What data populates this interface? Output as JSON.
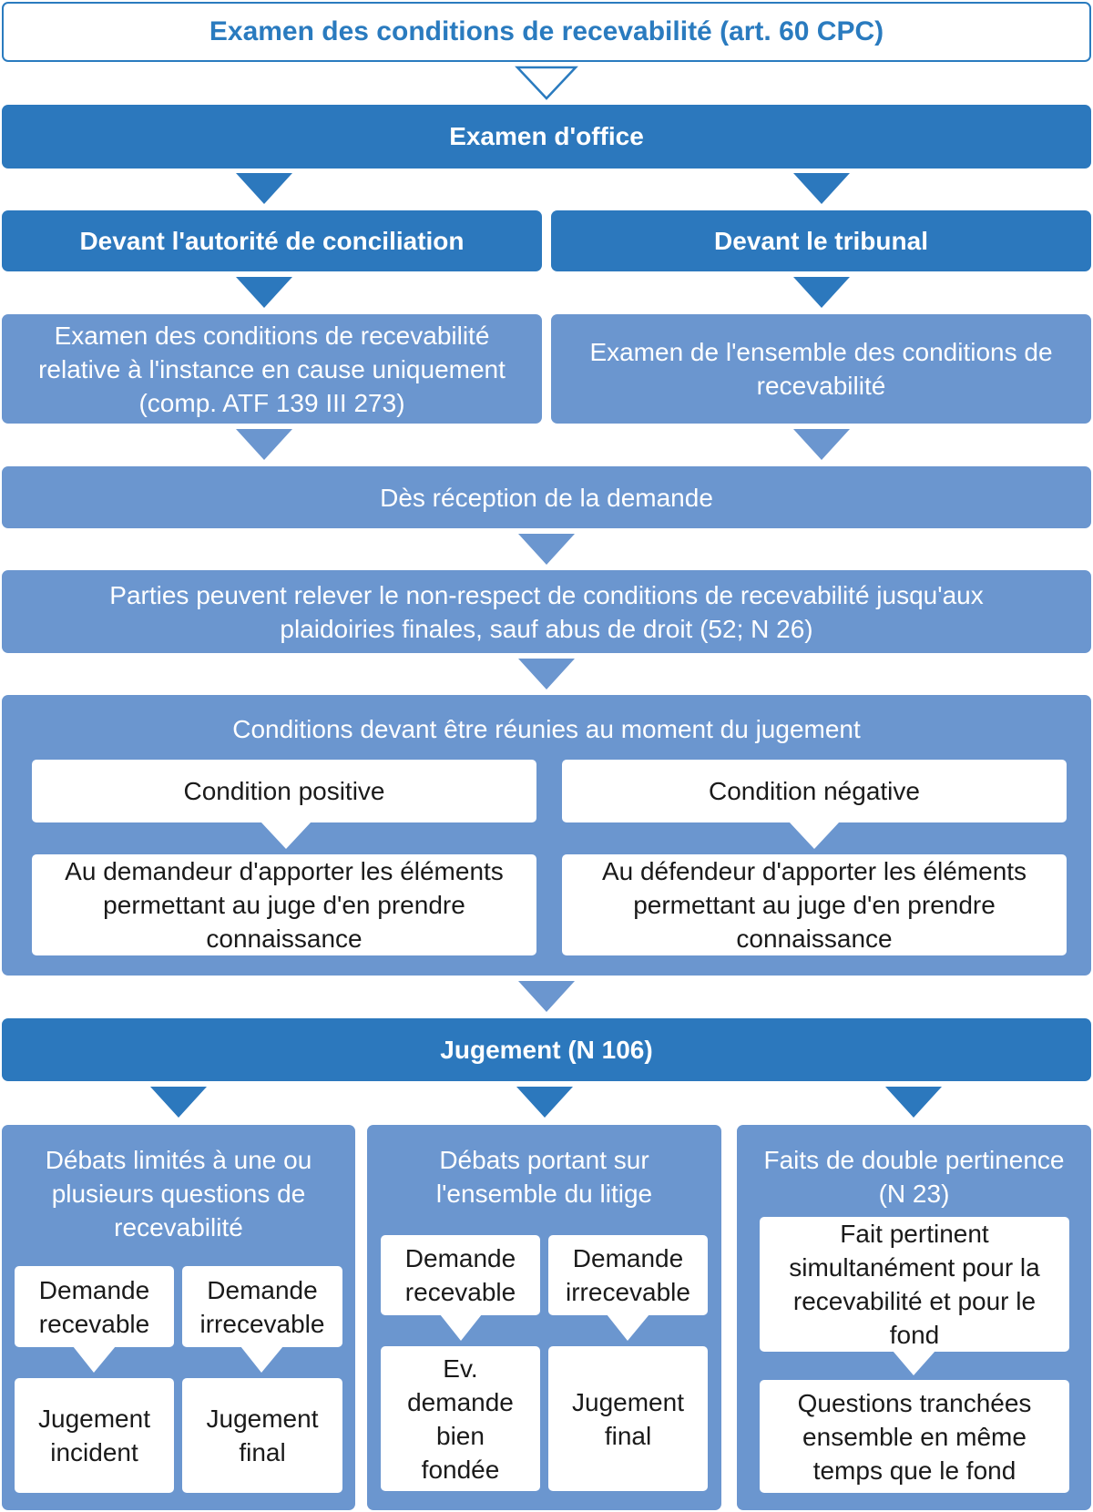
{
  "header": {
    "title": "Examen des conditions de recevabilité (art. 60 CPC)"
  },
  "office": {
    "label": "Examen d'office"
  },
  "conciliation": {
    "heading": "Devant l'autorité de conciliation",
    "text": [
      "Examen des conditions de recevabilité",
      "relative à l'instance en cause uniquement",
      "(comp. ATF 139 III 273)"
    ]
  },
  "tribunal": {
    "heading": "Devant le tribunal",
    "text": [
      "Examen de l'ensemble des conditions de",
      "recevabilité"
    ]
  },
  "reception": {
    "label": "Dès réception de la demande"
  },
  "parties": {
    "text": [
      "Parties peuvent relever le non-respect de conditions de recevabilité jusqu'aux",
      "plaidoiries finales, sauf abus de droit (52; N 26)"
    ]
  },
  "conditions": {
    "title": "Conditions devant être réunies au moment du jugement",
    "positive": {
      "label": "Condition positive",
      "detail": [
        "Au demandeur d'apporter les éléments",
        "permettant au juge d'en prendre",
        "connaissance"
      ]
    },
    "negative": {
      "label": "Condition négative",
      "detail": [
        "Au défendeur d'apporter les éléments",
        "permettant au juge d'en prendre",
        "connaissance"
      ]
    }
  },
  "jugement": {
    "label": "Jugement (N 106)"
  },
  "limites": {
    "title": [
      "Débats limités à une ou",
      "plusieurs questions de",
      "recevabilité"
    ],
    "recevable": [
      "Demande",
      "recevable"
    ],
    "irrecevable": [
      "Demande",
      "irrecevable"
    ],
    "incident": [
      "Jugement",
      "incident"
    ],
    "final": [
      "Jugement",
      "final"
    ]
  },
  "ensemble": {
    "title": [
      "Débats portant sur",
      "l'ensemble du litige"
    ],
    "recevable": [
      "Demande",
      "recevable"
    ],
    "irrecevable": [
      "Demande",
      "irrecevable"
    ],
    "fondee": [
      "Ev.",
      "demande",
      "bien",
      "fondée"
    ],
    "final": [
      "Jugement",
      "final"
    ]
  },
  "double": {
    "title": [
      "Faits de double pertinence",
      "(N 23)"
    ],
    "fait": [
      "Fait pertinent",
      "simultanément pour la",
      "recevabilité et pour le",
      "fond"
    ],
    "questions": [
      "Questions tranchées",
      "ensemble en même",
      "temps que le fond"
    ]
  }
}
